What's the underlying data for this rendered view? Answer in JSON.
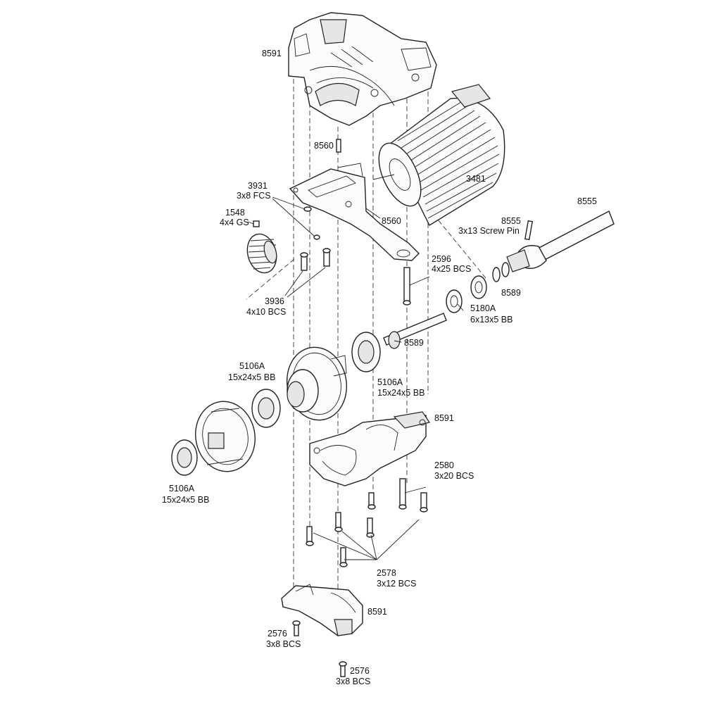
{
  "labels": {
    "top_housing": "8591",
    "pin_top": "8560",
    "motor": "3481",
    "shaft_far": "8555",
    "screw_3931_num": "3931",
    "screw_3931_desc": "3x8 FCS",
    "screw_1548_num": "1548",
    "screw_1548_desc": "4x4 GS",
    "mount_8560": "8560",
    "screw_pin_num": "8555",
    "screw_pin_desc": "3x13 Screw Pin",
    "screw_2596_num": "2596",
    "screw_2596_desc": "4x25 BCS",
    "washer_8589_a": "8589",
    "screw_3936_num": "3936",
    "screw_3936_desc": "4x10 BCS",
    "bearing_5180a_num": "5180A",
    "bearing_5180a_desc": "6x13x5 BB",
    "shaft_8589_b": "8589",
    "bearing_left_num": "5106A",
    "bearing_left_desc": "15x24x5 BB",
    "bearing_mid_num": "5106A",
    "bearing_mid_desc": "15x24x5 BB",
    "housing_mid": "8591",
    "screw_2580_num": "2580",
    "screw_2580_desc": "3x20 BCS",
    "bearing_low_num": "5106A",
    "bearing_low_desc": "15x24x5 BB",
    "screw_2578_num": "2578",
    "screw_2578_desc": "3x12 BCS",
    "skid_8591": "8591",
    "screw_2576a_num": "2576",
    "screw_2576a_desc": "3x8 BCS",
    "screw_2576b_num": "2576",
    "screw_2576b_desc": "3x8 BCS"
  }
}
